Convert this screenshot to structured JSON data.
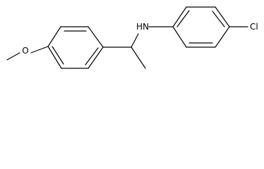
{
  "structure": {
    "atoms": {
      "oxygen": "O",
      "amine": "HN",
      "chlorine": "Cl"
    }
  }
}
